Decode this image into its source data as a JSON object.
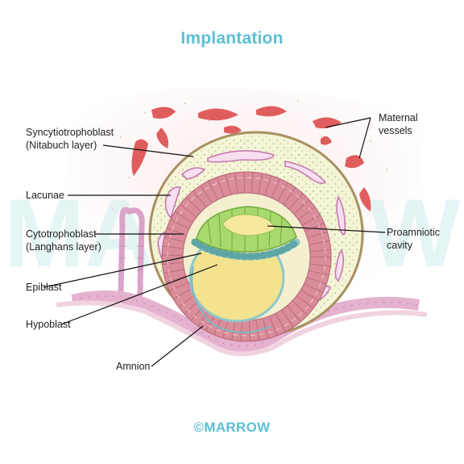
{
  "title": "Implantation",
  "colors": {
    "title": "#5bbfd3",
    "endometrium": "#f8e1e1",
    "maternal_vessel": "#e05d5d",
    "syncytio_fill": "#f4f4d8",
    "syncytio_border": "#a89060",
    "lacuna_fill": "#f7dff0",
    "lacuna_border": "#c47aae",
    "cytotrophoblast": "#d98c9a",
    "epiblast": "#a8d86e",
    "hypoblast": "#8ec7c7",
    "yolk": "#f3e38f",
    "proamniotic_cavity": "#f6e89a",
    "uterine_epithelium": "#e4b2cf",
    "gland": "#d9a3c7",
    "watermark": "#cfeef0",
    "footer": "#5bbfd3"
  },
  "labels": {
    "syncytiotrophoblast": [
      "Syncytiotrophoblast",
      "(Nitabuch layer)"
    ],
    "lacunae": [
      "Lacunae"
    ],
    "cytotrophoblast": [
      "Cytotrophoblast",
      "(Langhans layer)"
    ],
    "epiblast": [
      "Epiblast"
    ],
    "hypoblast": [
      "Hypoblast"
    ],
    "amnion": [
      "Amnion"
    ],
    "maternal_vessels": [
      "Maternal",
      "vessels"
    ],
    "proamniotic_cavity": [
      "Proamniotic",
      "cavity"
    ]
  },
  "footer": "©MARROW"
}
